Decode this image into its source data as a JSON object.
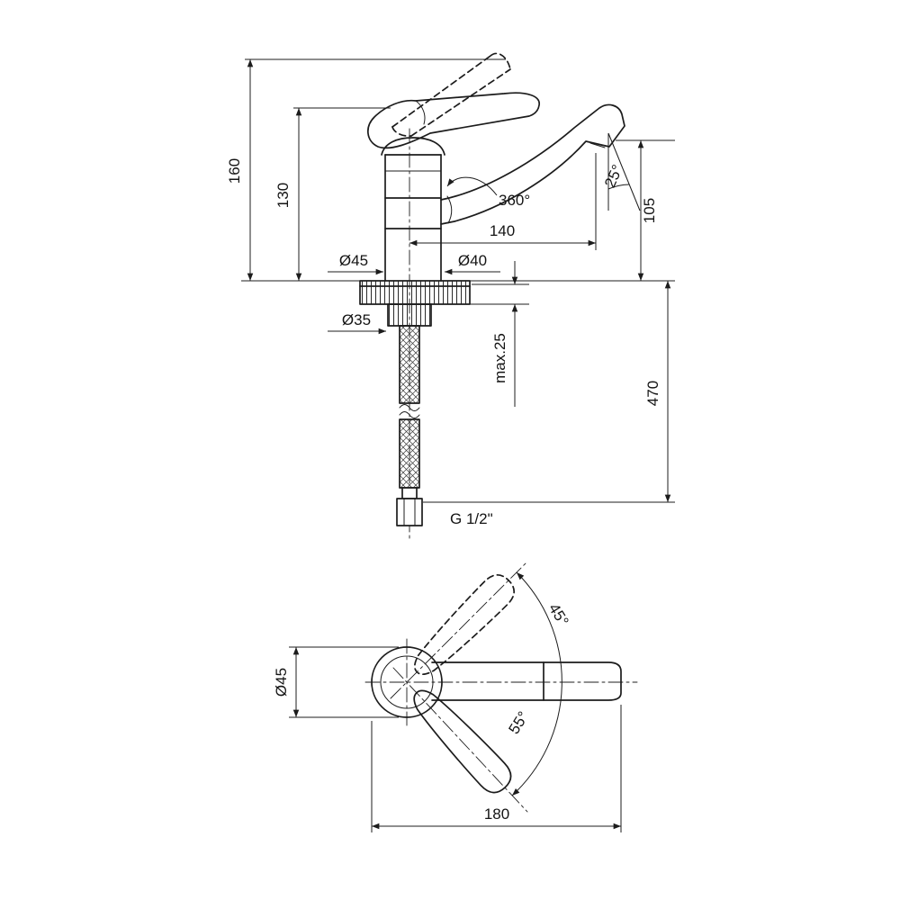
{
  "side_view": {
    "total_height": "160",
    "body_height": "130",
    "swivel_angle": "360°",
    "outlet_angle": "25°",
    "outlet_height": "105",
    "spout_reach": "140",
    "flange_diameter": "Ø45",
    "body_diameter": "Ø40",
    "shank_diameter": "Ø35",
    "max_mount_thickness": "max.25",
    "hose_length": "470",
    "thread_size": "G 1/2\""
  },
  "top_view": {
    "body_diameter": "Ø45",
    "handle_open_angle": "45°",
    "handle_close_angle": "55°",
    "overall_length": "180"
  }
}
